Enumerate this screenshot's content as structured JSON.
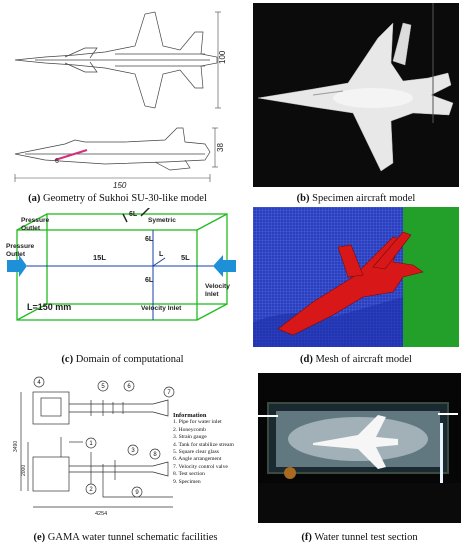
{
  "captions": {
    "a": {
      "letter": "(a)",
      "text": " Geometry of Sukhoi SU-30-like model"
    },
    "b": {
      "letter": "(b)",
      "text": " Specimen aircraft model"
    },
    "c": {
      "letter": "(c)",
      "text": " Domain of computational"
    },
    "d": {
      "letter": "(d)",
      "text": " Mesh of aircraft model"
    },
    "e": {
      "letter": "(e)",
      "text": " GAMA water tunnel schematic facilities"
    },
    "f": {
      "letter": "(f)",
      "text": " Water tunnel test section"
    }
  },
  "panel_a": {
    "dim_width": "100",
    "dim_height": "38",
    "dim_length": "150",
    "angle_label": "6"
  },
  "panel_c": {
    "pressure_outlet_top": [
      "Pressure",
      "Outlet"
    ],
    "symetric": "Symetric",
    "pressure_outlet_left": [
      "Pressure",
      "Outlet"
    ],
    "six_l_top": "6L",
    "six_l_mid": "6L",
    "six_l_bottom": "6L",
    "fifteen_l": "15L",
    "five_l": "5L",
    "l_mark": "L",
    "velocity_inlet_right": [
      "Velocity",
      "Inlet"
    ],
    "velocity_inlet_bottom": "Velocity Inlet",
    "length_label": "L=150 mm"
  },
  "panel_e": {
    "callouts": [
      "4",
      "5",
      "6",
      "7",
      "1",
      "2",
      "3",
      "8",
      "9"
    ],
    "dim_total_h": "3490",
    "dim_lower_h": "2000",
    "dim_length": "4254",
    "info_title": "Information",
    "info_items": [
      "1. Pipe for water inlet",
      "2. Honeycomb",
      "3. Strain gauge",
      "4. Tank for stabilize stream",
      "5. Square clear glass",
      "6. Angle arrangement",
      "7. Velocity control valve",
      "8. Test section",
      "9. Specimen"
    ]
  },
  "colors": {
    "domain_green": "#22bb22",
    "domain_blue": "#1a3fa8",
    "arrow_blue": "#1e90d8",
    "mesh_blue": "#2a3fc0",
    "mesh_green": "#22a02a",
    "aircraft_red": "#d81818"
  }
}
